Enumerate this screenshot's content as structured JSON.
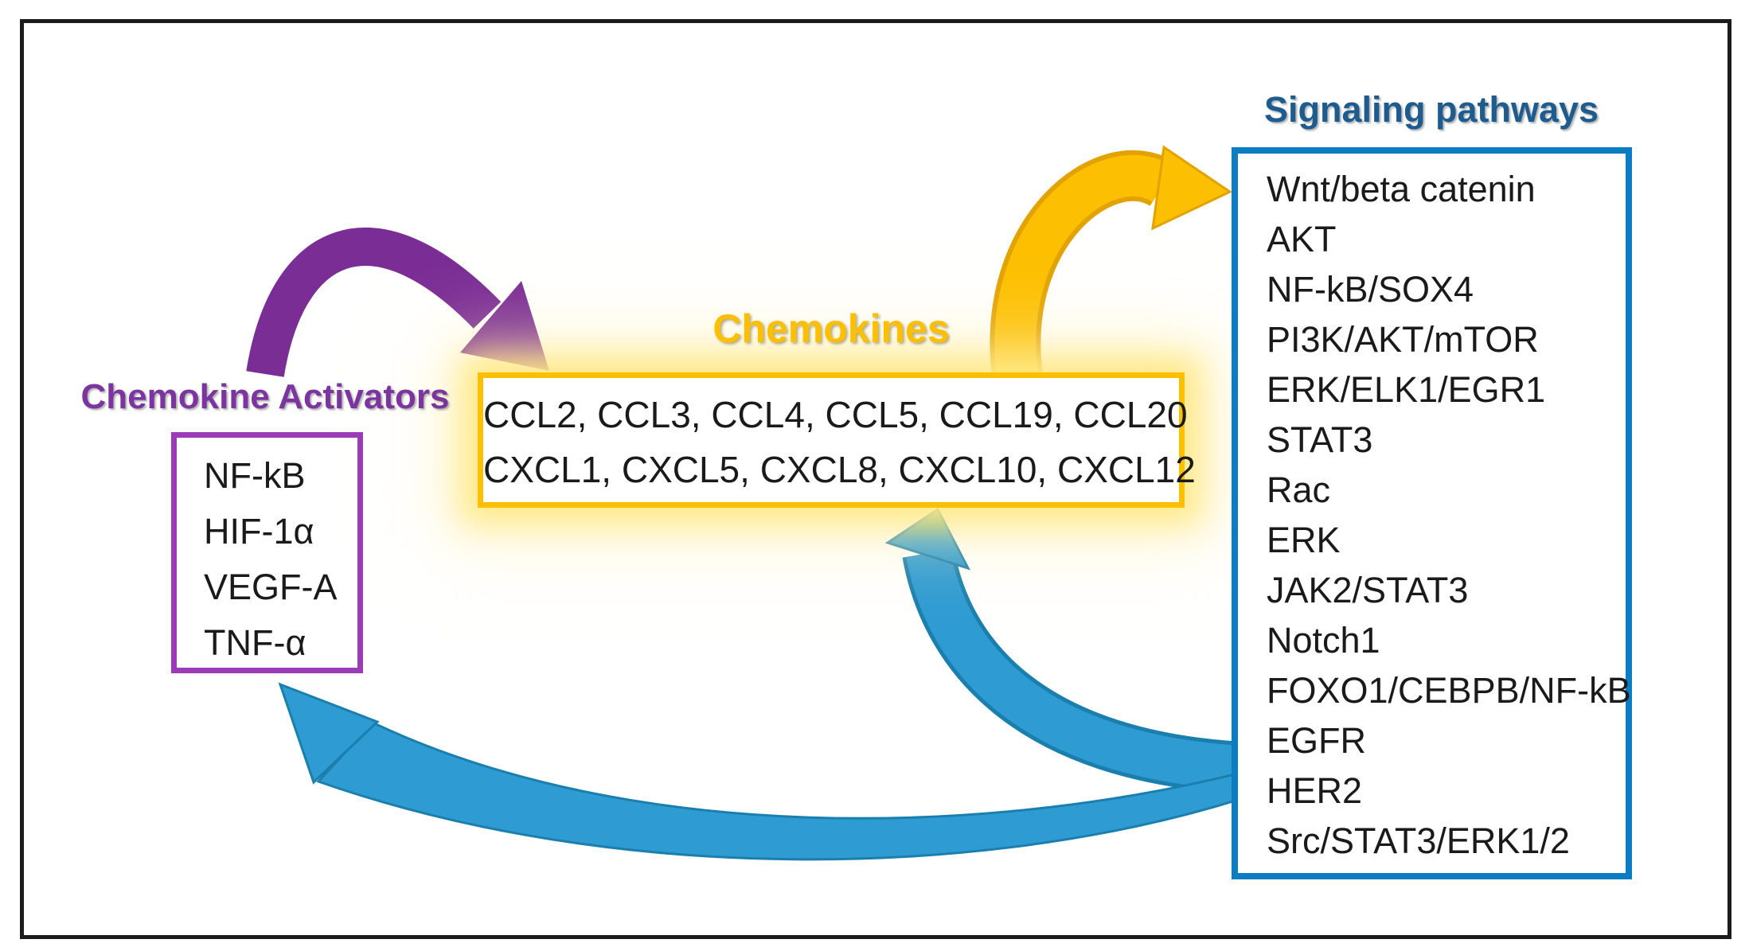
{
  "diagram": {
    "activators": {
      "title": "Chemokine Activators",
      "items": [
        "NF-kB",
        "HIF-1α",
        "VEGF-A",
        "TNF-α"
      ],
      "accent_color": "#9b3bb8",
      "title_color": "#7c35a0"
    },
    "chemokines": {
      "title": "Chemokines",
      "lines": [
        "CCL2, CCL3, CCL4, CCL5, CCL19, CCL20",
        "CXCL1, CXCL5, CXCL8, CXCL10, CXCL12"
      ],
      "accent_color": "#fdbf01",
      "glow_color": "#ffe882"
    },
    "pathways": {
      "title": "Signaling pathways",
      "items": [
        "Wnt/beta catenin",
        "AKT",
        "NF-kB/SOX4",
        "PI3K/AKT/mTOR",
        "ERK/ELK1/EGR1",
        "STAT3",
        "Rac",
        "ERK",
        "JAK2/STAT3",
        "Notch1",
        "FOXO1/CEBPB/NF-kB",
        "EGFR",
        "HER2",
        "Src/STAT3/ERK1/2"
      ],
      "accent_color": "#0c7cc4",
      "title_color": "#1f5c8d"
    },
    "arrows": [
      {
        "name": "activators-to-chemokines",
        "color": "#7b2d96"
      },
      {
        "name": "chemokines-to-pathways",
        "color": "#fdbf01"
      },
      {
        "name": "pathways-to-chemokines",
        "color": "#2e9bd3"
      },
      {
        "name": "pathways-to-activators",
        "color": "#2e9bd3"
      }
    ],
    "frame_color": "#1c1c1c",
    "text_color": "#1a1a1a"
  }
}
